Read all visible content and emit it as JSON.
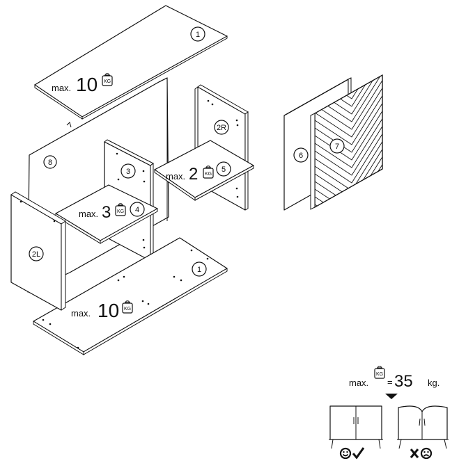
{
  "parts": {
    "p1_top": "1",
    "p1_bottom": "1",
    "p2L": "2L",
    "p2R": "2R",
    "p3": "3",
    "p4": "4",
    "p5": "5",
    "p6": "6",
    "p7": "7",
    "p8": "8"
  },
  "loads": {
    "top": {
      "prefix": "max.",
      "value": "10"
    },
    "bottom": {
      "prefix": "max.",
      "value": "10"
    },
    "shelf_left": {
      "prefix": "max.",
      "value": "3"
    },
    "shelf_right": {
      "prefix": "max.",
      "value": "2"
    }
  },
  "weight_icon_text": "KG",
  "total": {
    "prefix": "max.",
    "equals": "=",
    "value": "35",
    "unit": "kg."
  },
  "icons": [
    "weight-icon",
    "smiley-face-icon",
    "check-mark-icon",
    "cross-mark-icon",
    "frowning-face-icon"
  ]
}
